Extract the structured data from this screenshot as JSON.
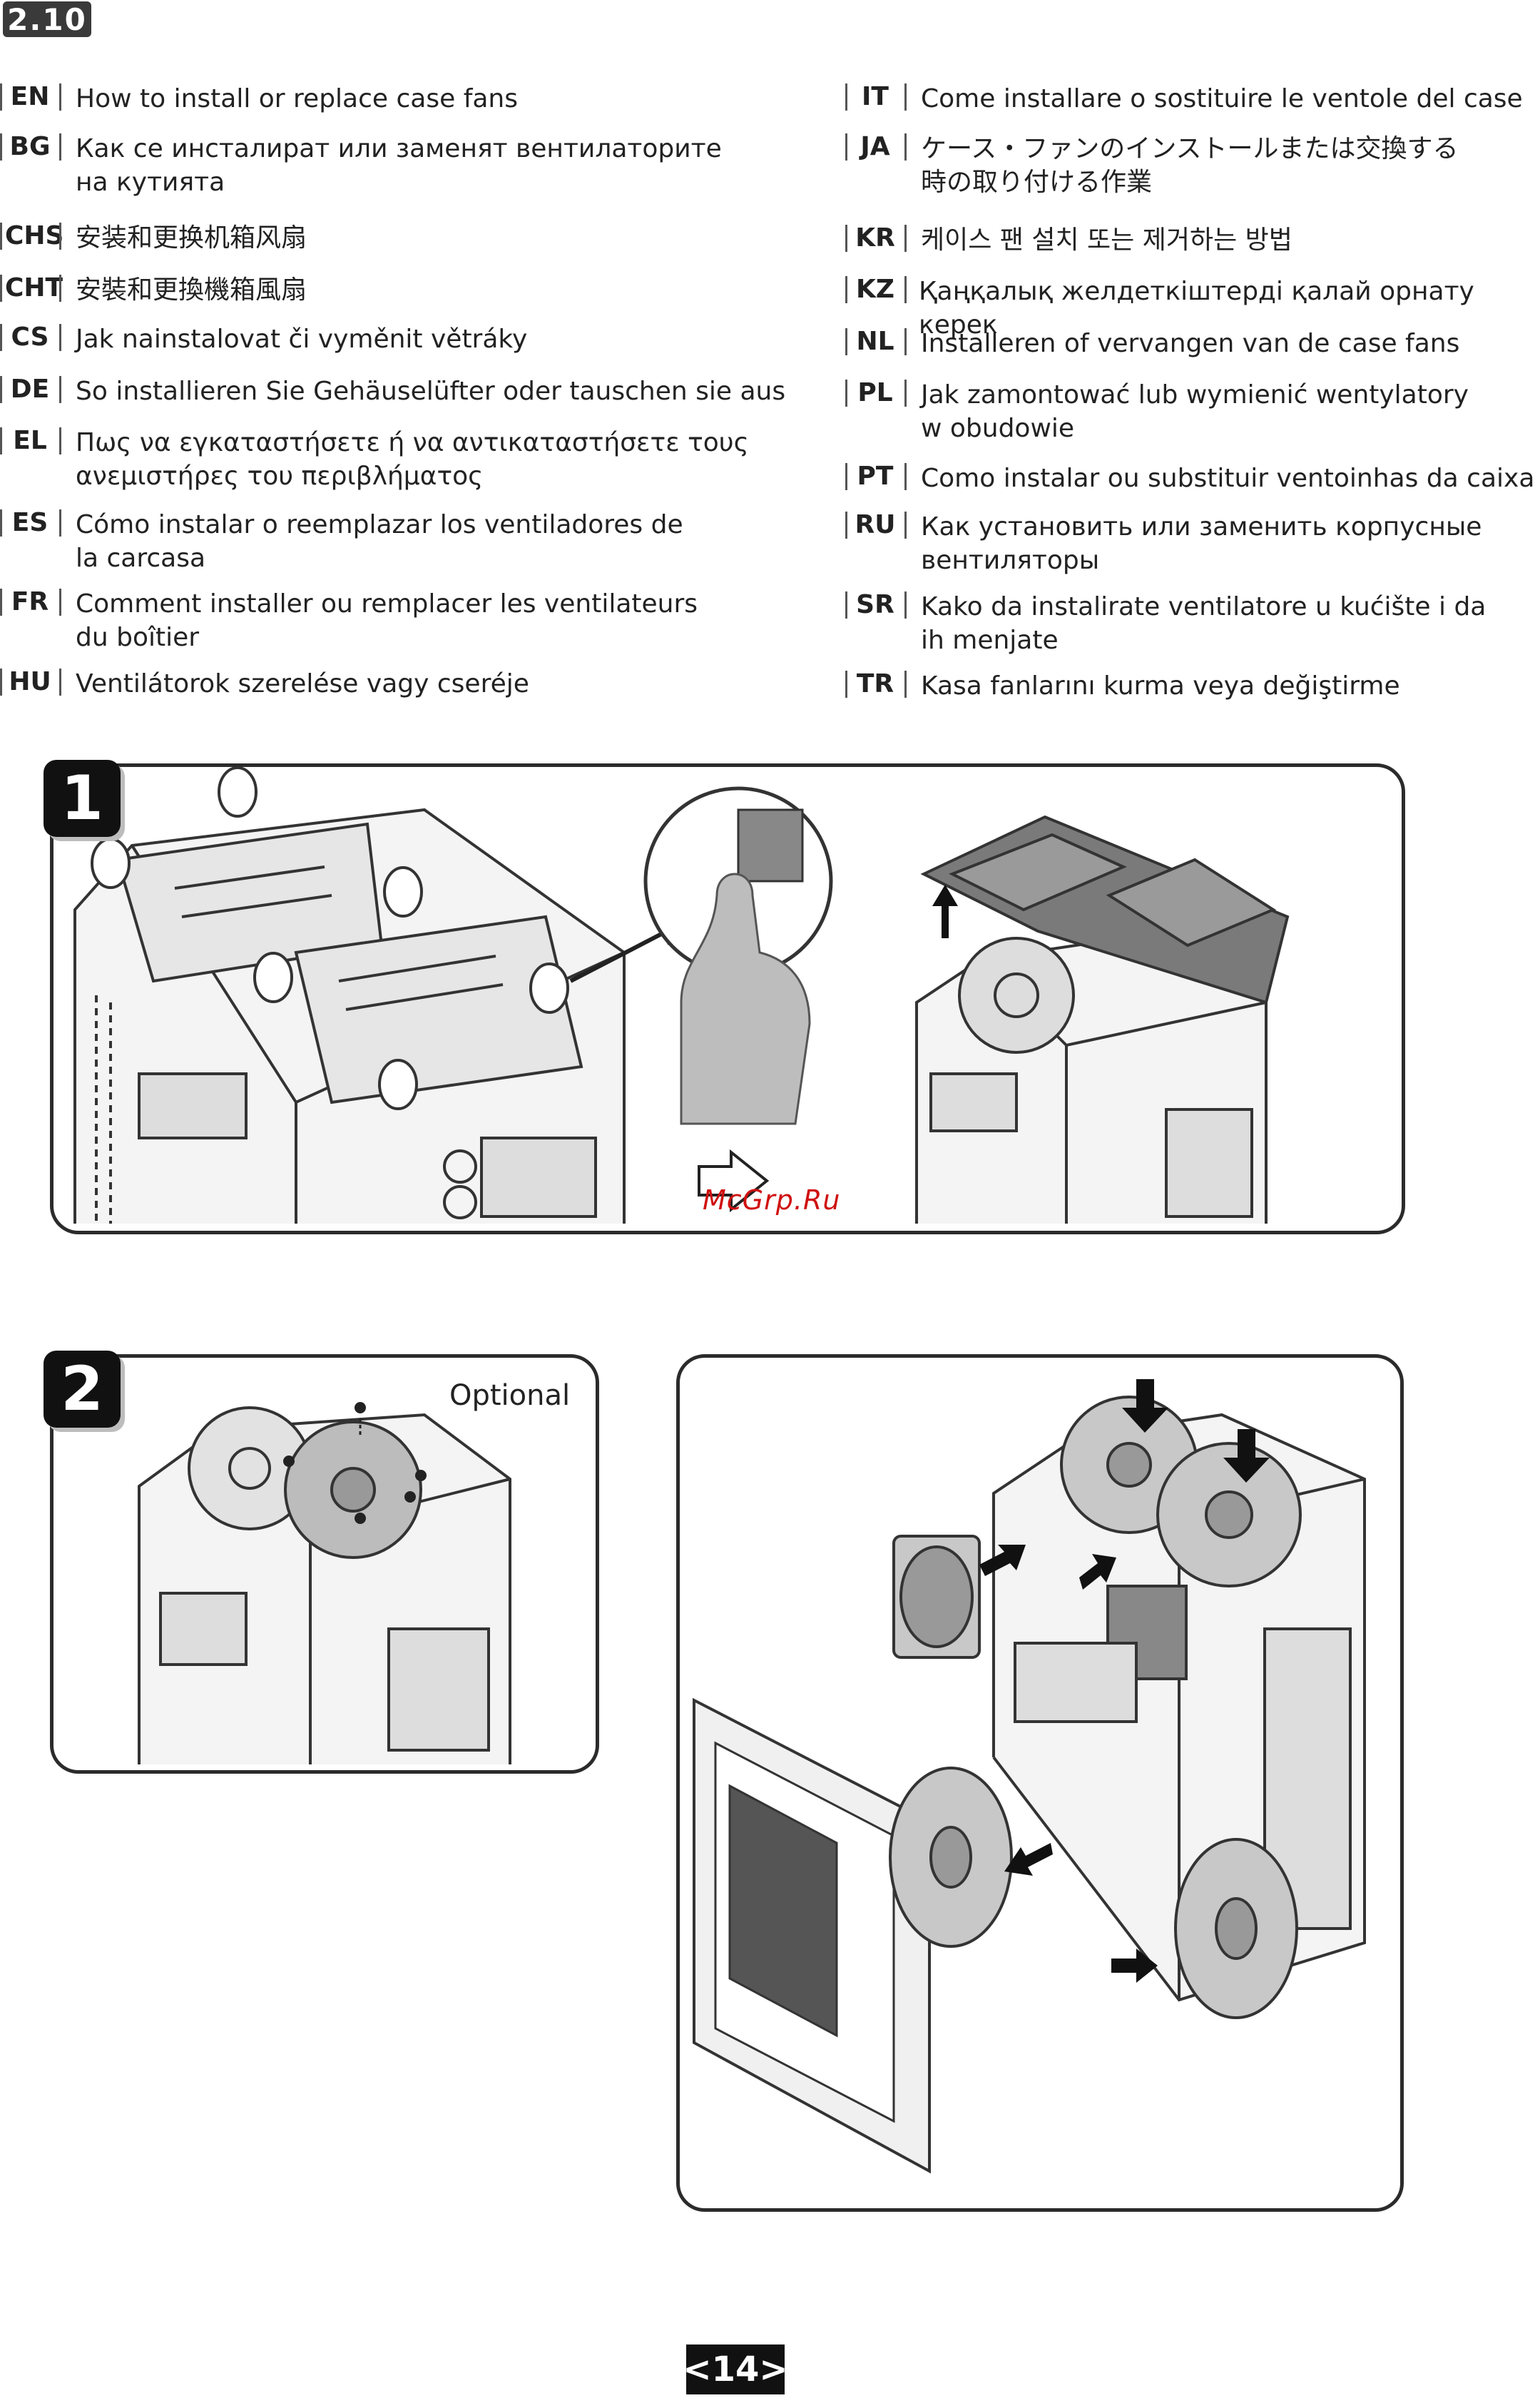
{
  "section": "2.10",
  "languages_left": [
    {
      "code": "EN",
      "text": "How to install or replace case fans"
    },
    {
      "code": "BG",
      "text": "Как се инсталират или заменят вентилаторите\nна кутията"
    },
    {
      "code": "CHS",
      "text": "安装和更换机箱风扇"
    },
    {
      "code": "CHT",
      "text": "安裝和更換機箱風扇"
    },
    {
      "code": "CS",
      "text": "Jak nainstalovat či vyměnit větráky"
    },
    {
      "code": "DE",
      "text": "So installieren Sie Gehäuselüfter oder tauschen sie aus"
    },
    {
      "code": "EL",
      "text": "Πως να εγκαταστήσετε ή να αντικαταστήσετε τους\nανεμιστήρες του περιβλήματος"
    },
    {
      "code": "ES",
      "text": "Cómo instalar o reemplazar los ventiladores de\nla carcasa"
    },
    {
      "code": "FR",
      "text": "Comment installer ou remplacer les ventilateurs\ndu boîtier"
    },
    {
      "code": "HU",
      "text": "Ventilátorok szerelése vagy cseréje"
    }
  ],
  "languages_right": [
    {
      "code": "IT",
      "text": "Come installare o sostituire le ventole del case"
    },
    {
      "code": "JA",
      "text": "ケース・ファンのインストールまたは交換する\n時の取り付ける作業"
    },
    {
      "code": "KR",
      "text": "케이스 팬 설치 또는 제거하는 방법"
    },
    {
      "code": "KZ",
      "text": "Қаңқалық желдеткіштерді қалай орнату керек"
    },
    {
      "code": "NL",
      "text": "Installeren of vervangen van de case fans"
    },
    {
      "code": "PL",
      "text": "Jak zamontować lub wymienić wentylatory\nw obudowie"
    },
    {
      "code": "PT",
      "text": "Como instalar ou substituir ventoinhas da caixa"
    },
    {
      "code": "RU",
      "text": "Как установить или заменить корпусные\nвентиляторы"
    },
    {
      "code": "SR",
      "text": "Kako da instalirate ventilatore u kućište i da\nih menjate"
    },
    {
      "code": "TR",
      "text": "Kasa fanlarını kurma veya değiştirme"
    }
  ],
  "step1": {
    "number": "1"
  },
  "step2": {
    "number": "2",
    "optional": "Optional"
  },
  "watermark": "McGrp.Ru",
  "page_number": "<14>"
}
